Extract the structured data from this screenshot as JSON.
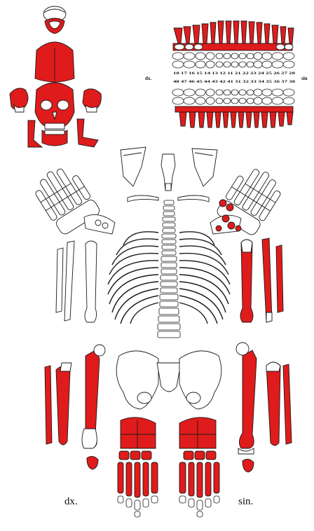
{
  "colors": {
    "present": "#e01b1b",
    "absent": "#ffffff",
    "outline": "#1a1a1a"
  },
  "labels": {
    "right_side": "dx.",
    "left_side": "sin."
  },
  "dental_chart": {
    "side_right": "dx.",
    "side_left": "sin",
    "upper_numbers": "18 17 16 15 14 13 12 11 21 22 23 24 25 26 27 28",
    "lower_numbers": "48 47 46 45 44 43 42 41 31 32 33 34 35 36 37 38"
  }
}
